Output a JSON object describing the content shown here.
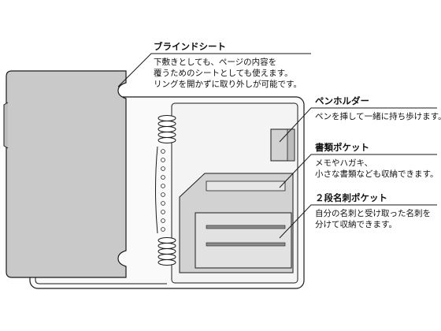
{
  "callouts": {
    "blind_sheet": {
      "title": "ブラインドシート",
      "lines": [
        "下敷きとしても、ページの内容を",
        "覆うためのシートとしても使えます。",
        "リングを開かずに取り外しが可能です。"
      ]
    },
    "pen_holder": {
      "title": "ペンホルダー",
      "lines": [
        "ペンを挿して一緒に持ち歩けます。"
      ]
    },
    "document_pocket": {
      "title": "書類ポケット",
      "lines": [
        "メモやハガキ、",
        "小さな書類なども収納できます。"
      ]
    },
    "card_pocket": {
      "title": "２段名刺ポケット",
      "lines": [
        "自分の名刺と受け取った名刺を",
        "分けて収納できます。"
      ]
    }
  },
  "colors": {
    "line": "#1a1a1a",
    "sheet_fill": "#c9c9c9",
    "panel_fill": "#f4f4f4",
    "pocket_fill": "#d2d2d2",
    "slot_fill": "#8c8c8c"
  }
}
